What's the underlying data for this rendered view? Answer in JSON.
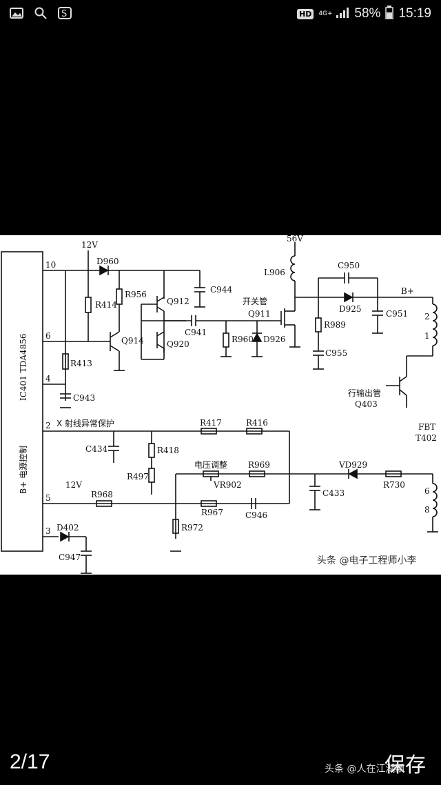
{
  "status_bar": {
    "left_icons": [
      "image-icon",
      "search-icon",
      "sogou-icon"
    ],
    "hd": "HD",
    "network": "4G+",
    "battery_pct": "58%",
    "time": "15:19"
  },
  "image": {
    "watermark": "头条 @电子工程师小李",
    "ic_label": "IC401  TDA4856",
    "ic_block_label": "B+ 电源控制",
    "pins": [
      "10",
      "6",
      "4",
      "2",
      "5",
      "3"
    ],
    "voltages": [
      "12V",
      "56V",
      "12V"
    ],
    "labels": {
      "d960": "D960",
      "r414": "R414",
      "r956": "R956",
      "q912": "Q912",
      "c944": "C944",
      "l906": "L906",
      "kgg": "开关管",
      "q911": "Q911",
      "c950": "C950",
      "d925": "D925",
      "c951": "C951",
      "bplus": "B+",
      "q914": "Q914",
      "q920": "Q920",
      "c941": "C941",
      "r960": "R960",
      "d926": "D926",
      "r989": "R989",
      "c955": "C955",
      "r413": "R413",
      "c943": "C943",
      "hsc": "行输出管",
      "q403": "Q403",
      "xprot": "X 射线异常保护",
      "r417": "R417",
      "r416": "R416",
      "c434": "C434",
      "r418": "R418",
      "r497": "R497",
      "dytz": "电压调整",
      "r969": "R969",
      "vd929": "VD929",
      "vr902": "VR902",
      "fbt": "FBT",
      "t402": "T402",
      "r968": "R968",
      "c433": "C433",
      "r730": "R730",
      "r967": "R967",
      "c946": "C946",
      "r972": "R972",
      "d402": "D402",
      "c947": "C947",
      "t2": "2",
      "t1": "1",
      "t6": "6",
      "t8": "8"
    }
  },
  "footer": {
    "counter": "2/17",
    "save_label": "保存",
    "credit": "头条 @人在江湖飘"
  }
}
